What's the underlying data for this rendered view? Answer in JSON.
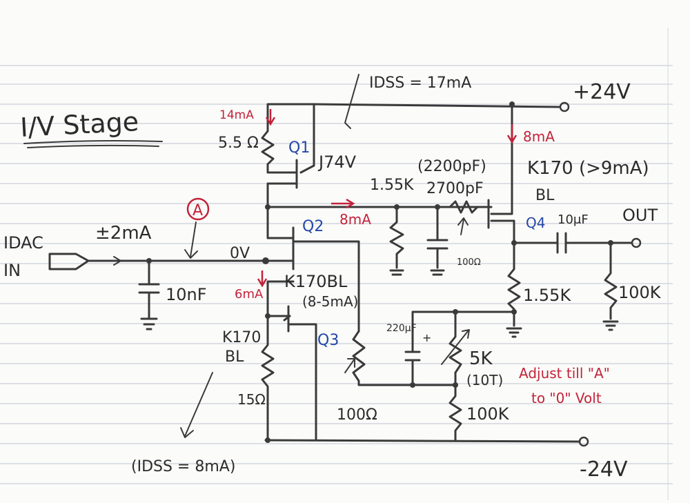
{
  "title": "I/V Stage",
  "input": {
    "label_main": "IDAC",
    "label_sub": "IN",
    "current": "±2mA"
  },
  "node_a": {
    "marker": "A",
    "voltage": "0V"
  },
  "rails": {
    "positive": "+24V",
    "negative": "-24V"
  },
  "currents": {
    "q1_source": "14mA",
    "q1_idss": "IDSS = 17mA",
    "q2_drain": "8mA",
    "q3_drain": "6mA",
    "q4_drain": "8mA",
    "q3_idss": "(IDSS = 8mA)"
  },
  "transistors": {
    "q1": {
      "name": "Q1",
      "part": "J74V"
    },
    "q2": {
      "name": "Q2",
      "part": "K170BL",
      "note": "(8-5mA)"
    },
    "q3": {
      "name": "Q3",
      "part_line1": "K170",
      "part_line2": "BL"
    },
    "q4": {
      "name": "Q4",
      "part": "K170 (>9mA)",
      "grade": "BL"
    }
  },
  "components": {
    "r_q1": "5.5 Ω",
    "r_load": "1.55K",
    "cap_comp_alt": "(2200pF)",
    "cap_comp": "2700pF",
    "r_gate": "100Ω",
    "c_in": "10nF",
    "r_q3": "15Ω",
    "pot_100": "100Ω",
    "c_220": "220μF",
    "pot_5k": "5K",
    "pot_5k_note": "(10T)",
    "r_100k_bias": "100K",
    "r_src_q4": "1.55K",
    "c_out": "10μF",
    "r_out": "100K"
  },
  "output": {
    "label": "OUT"
  },
  "adjust_note": {
    "line1": "Adjust till \"A\"",
    "line2": "to \"0\" Volt"
  },
  "colors": {
    "ink": "#3a3a3a",
    "red_ink": "#c2233a",
    "blue_ink": "#2447a8",
    "paper": "#fbfbf9",
    "rule": "#c9cfd9"
  }
}
